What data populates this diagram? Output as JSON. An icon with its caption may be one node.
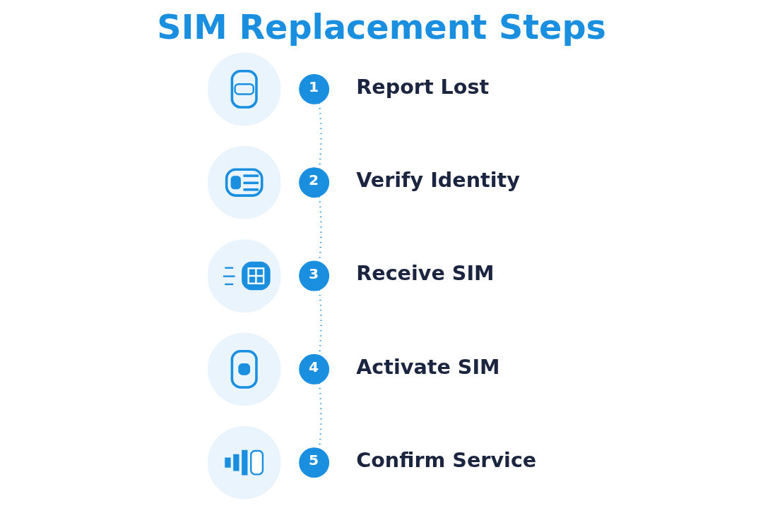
{
  "diagram": {
    "title": "SIM Replacement Steps",
    "nodes": [
      {
        "text": [],
        "shape": "picture"
      },
      {
        "text": [
          "1"
        ],
        "beside": [
          "Report Lost"
        ]
      },
      {
        "text": [],
        "shape": "picture"
      },
      {
        "text": [
          "2"
        ],
        "beside": [
          "Verify Identity"
        ]
      },
      {
        "text": [],
        "shape": "picture"
      },
      {
        "text": [
          "3"
        ],
        "beside": [
          "Receive SIM"
        ]
      },
      {
        "text": [],
        "shape": "picture"
      },
      {
        "text": [
          "4"
        ],
        "beside": [
          "Activate SIM"
        ]
      },
      {
        "text": [],
        "shape": "picture"
      },
      {
        "text": [
          "5"
        ],
        "beside": [
          "Confirm Service"
        ]
      }
    ],
    "edges": [
      {
        "from": 1,
        "to": 3,
        "arrow": "none",
        "style": "dashed"
      },
      {
        "from": 3,
        "to": 5,
        "arrow": "none",
        "style": "dashed"
      },
      {
        "from": 5,
        "to": 7,
        "arrow": "none",
        "style": "dashed"
      },
      {
        "from": 7,
        "to": 9,
        "arrow": "none",
        "style": "dashed"
      }
    ]
  }
}
